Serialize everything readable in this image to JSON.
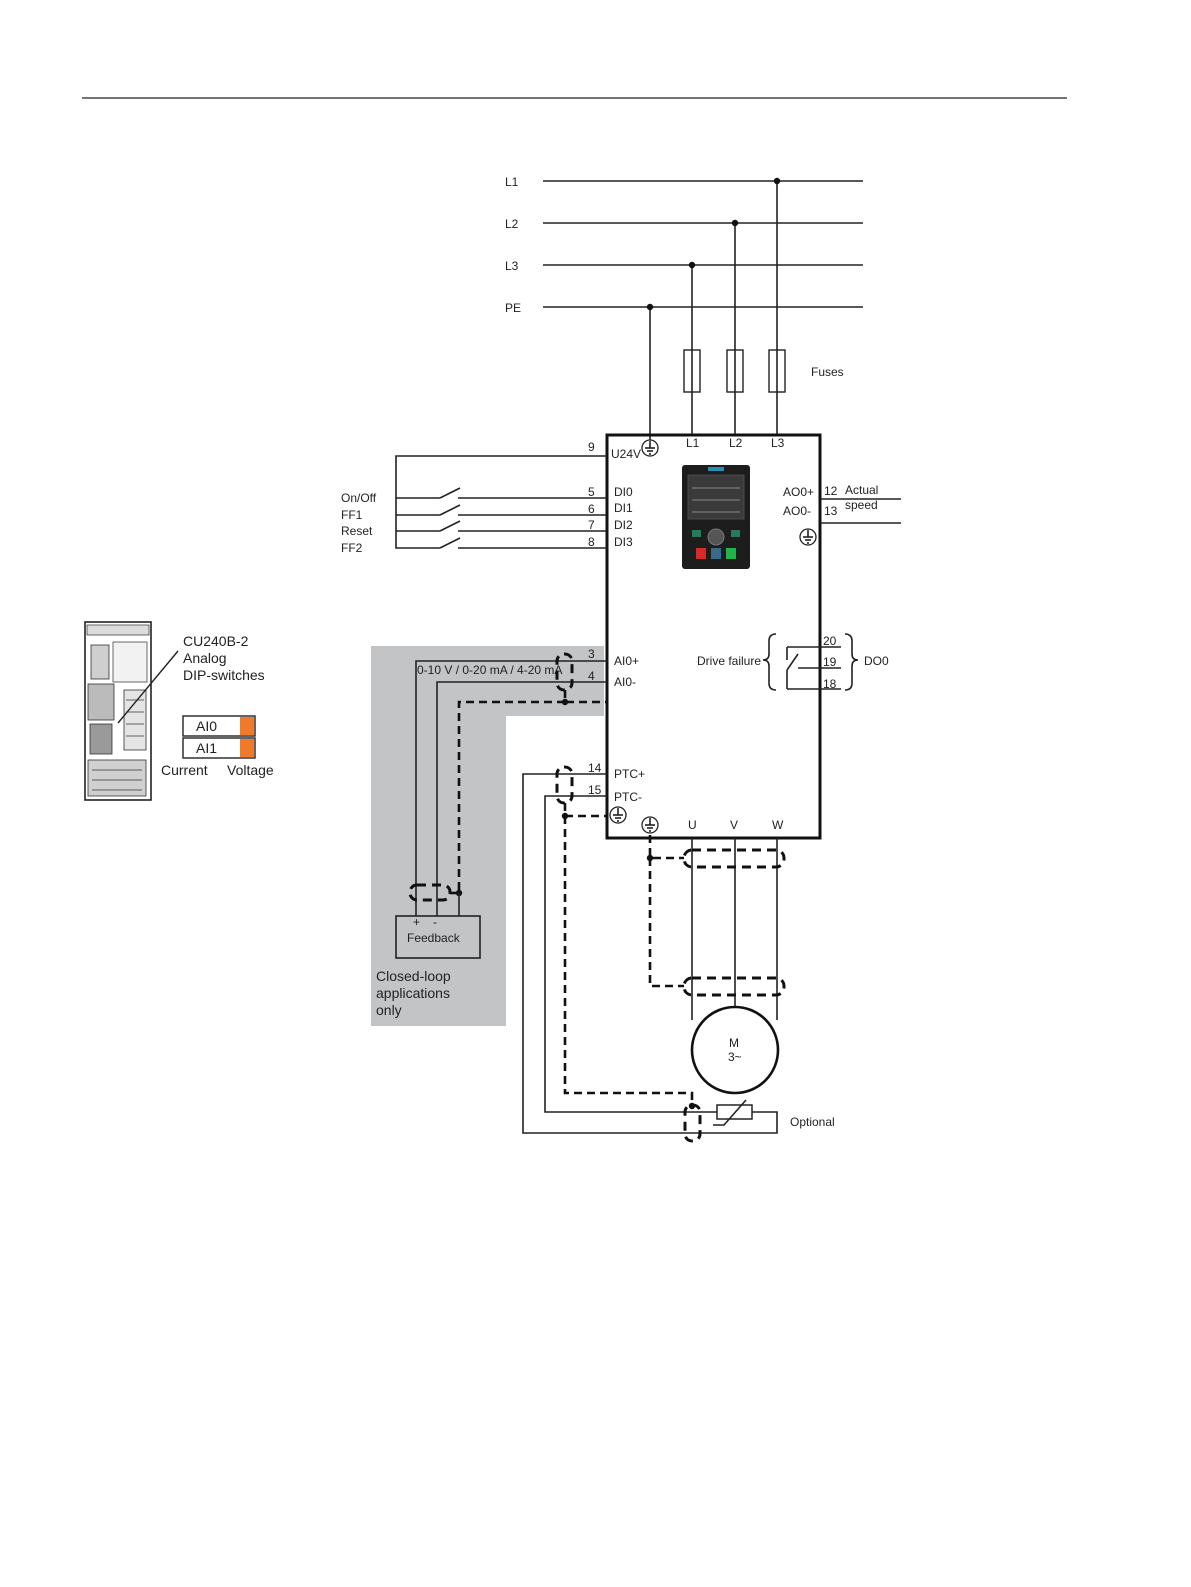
{
  "mains": {
    "l1": "L1",
    "l2": "L2",
    "l3": "L3",
    "pe": "PE",
    "fuses": "Fuses"
  },
  "drive": {
    "top_terminals": {
      "l1": "L1",
      "l2": "L2",
      "l3": "L3"
    },
    "u24v": "U24V",
    "di0": "DI0",
    "di1": "DI1",
    "di2": "DI2",
    "di3": "DI3",
    "ai0p": "AI0+",
    "ai0m": "AI0-",
    "ptcp": "PTC+",
    "ptcm": "PTC-",
    "ao0p": "AO0+",
    "ao0m": "AO0-",
    "u": "U",
    "v": "V",
    "w": "W"
  },
  "terminals": {
    "t9": "9",
    "t5": "5",
    "t6": "6",
    "t7": "7",
    "t8": "8",
    "t3": "3",
    "t4": "4",
    "t14": "14",
    "t15": "15",
    "t12": "12",
    "t13": "13",
    "t20": "20",
    "t19": "19",
    "t18": "18"
  },
  "inputs": {
    "onoff": "On/Off",
    "ff1": "FF1",
    "reset": "Reset",
    "ff2": "FF2"
  },
  "analog_output": {
    "line1": "Actual",
    "line2": "speed"
  },
  "relay": {
    "drive_failure": "Drive failure",
    "do0": "DO0"
  },
  "analog_input": {
    "range": "0-10 V / 0-20 mA / 4-20 mA"
  },
  "feedback": {
    "plus": "+",
    "minus": "-",
    "label": "Feedback",
    "note1": "Closed-loop",
    "note2": "applications",
    "note3": "only"
  },
  "motor": {
    "m": "M",
    "phase": "3~"
  },
  "optional": "Optional",
  "dip": {
    "title1": "CU240B-2",
    "title2": "Analog",
    "title3": "DIP-switches",
    "ai0": "AI0",
    "ai1": "AI1",
    "current": "Current",
    "voltage": "Voltage"
  },
  "colors": {
    "switch_orange": "#f07a2c",
    "shade": "#c3c4c6"
  }
}
